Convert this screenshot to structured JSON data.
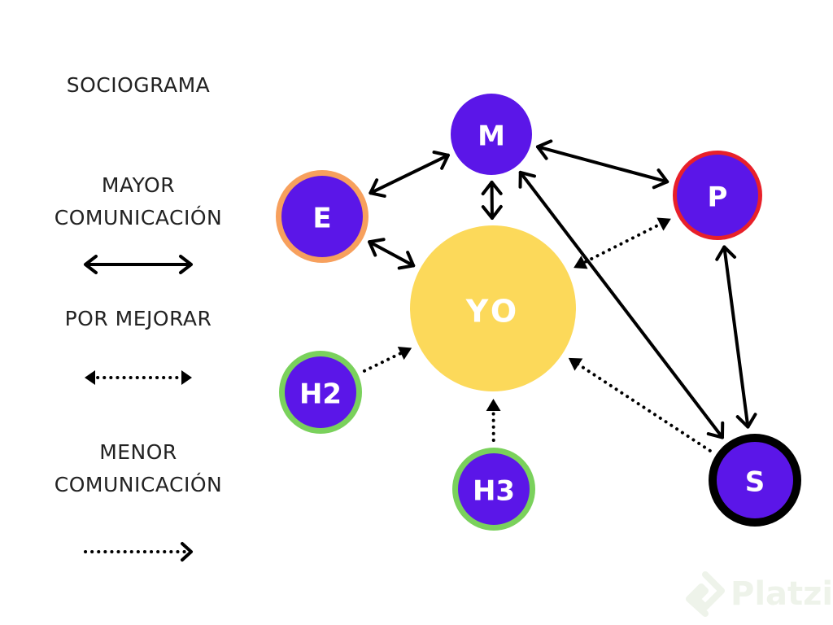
{
  "legend": {
    "title": "SOCIOGRAMA",
    "major_line1": "MAYOR",
    "major_line2": "COMUNICACIÓN",
    "improve": "POR MEJORAR",
    "minor_line1": "MENOR",
    "minor_line2": "COMUNICACIÓN"
  },
  "nodes": {
    "yo": {
      "label": "YO",
      "fill": "#fcd95a"
    },
    "m": {
      "label": "M",
      "fill": "#5b16e8"
    },
    "e": {
      "label": "E",
      "fill": "#5b16e8",
      "ring": "#f7a05d"
    },
    "p": {
      "label": "P",
      "fill": "#5b16e8",
      "ring": "#e8202a"
    },
    "h2": {
      "label": "H2",
      "fill": "#5b16e8",
      "ring": "#7ad15c"
    },
    "h3": {
      "label": "H3",
      "fill": "#5b16e8",
      "ring": "#7ad15c"
    },
    "s": {
      "label": "S",
      "fill": "#5b16e8",
      "ring": "#000000"
    }
  },
  "connections": [
    {
      "from": "m",
      "to": "e",
      "style": "solid",
      "direction": "both"
    },
    {
      "from": "m",
      "to": "yo",
      "style": "solid",
      "direction": "both"
    },
    {
      "from": "m",
      "to": "p",
      "style": "solid",
      "direction": "both"
    },
    {
      "from": "m",
      "to": "s",
      "style": "solid",
      "direction": "both"
    },
    {
      "from": "e",
      "to": "yo",
      "style": "solid",
      "direction": "both"
    },
    {
      "from": "p",
      "to": "yo",
      "style": "dotted",
      "direction": "both"
    },
    {
      "from": "p",
      "to": "s",
      "style": "solid",
      "direction": "both"
    },
    {
      "from": "h2",
      "to": "yo",
      "style": "dotted",
      "direction": "forward"
    },
    {
      "from": "h3",
      "to": "yo",
      "style": "dotted",
      "direction": "forward"
    },
    {
      "from": "s",
      "to": "yo",
      "style": "dotted",
      "direction": "forward"
    }
  ],
  "watermark": "Platzi"
}
